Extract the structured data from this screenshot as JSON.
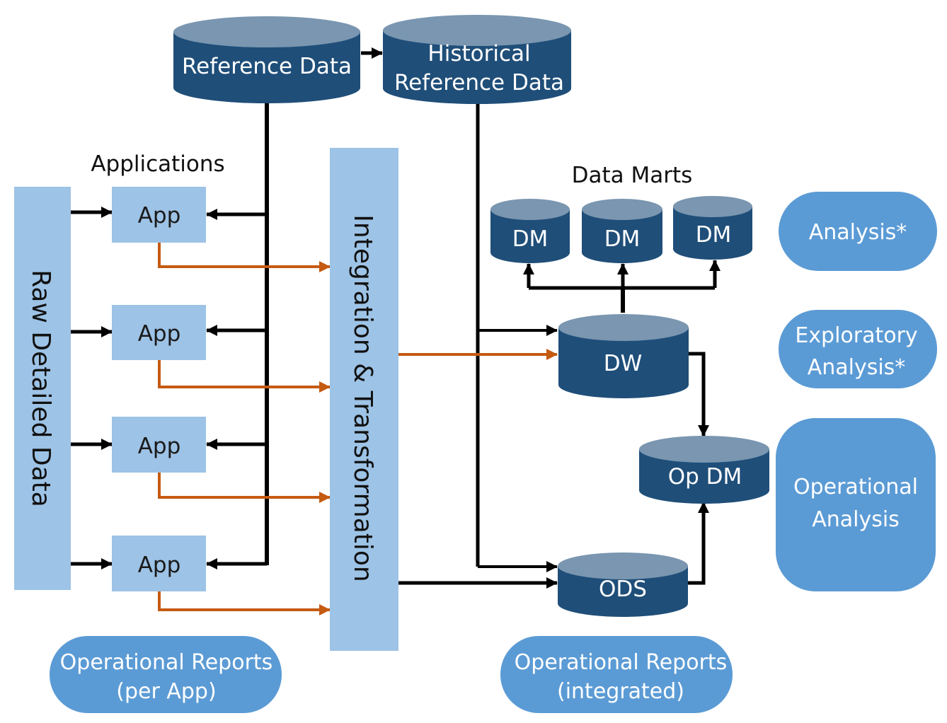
{
  "colors": {
    "cylinder_body": "#1f4e79",
    "cylinder_top": "#7a96b0",
    "light_box": "#9dc3e6",
    "pill": "#5b9bd5",
    "arrow_black": "#000000",
    "arrow_orange": "#c55a11"
  },
  "headings": {
    "applications": "Applications",
    "data_marts": "Data Marts"
  },
  "stores": {
    "reference_data": "Reference Data",
    "historical_line1": "Historical",
    "historical_line2": "Reference Data",
    "dm1": "DM",
    "dm2": "DM",
    "dm3": "DM",
    "dw": "DW",
    "op_dm": "Op DM",
    "ods": "ODS"
  },
  "apps": [
    "App",
    "App",
    "App",
    "App"
  ],
  "bars": {
    "raw": "Raw Detailed Data",
    "integration": "Integration & Transformation"
  },
  "pills": {
    "analysis": "Analysis*",
    "exploratory_line1": "Exploratory",
    "exploratory_line2": "Analysis*",
    "operational_line1": "Operational",
    "operational_line2": "Analysis",
    "reports_app_line1": "Operational Reports",
    "reports_app_line2": "(per App)",
    "reports_int_line1": "Operational Reports",
    "reports_int_line2": "(integrated)"
  }
}
